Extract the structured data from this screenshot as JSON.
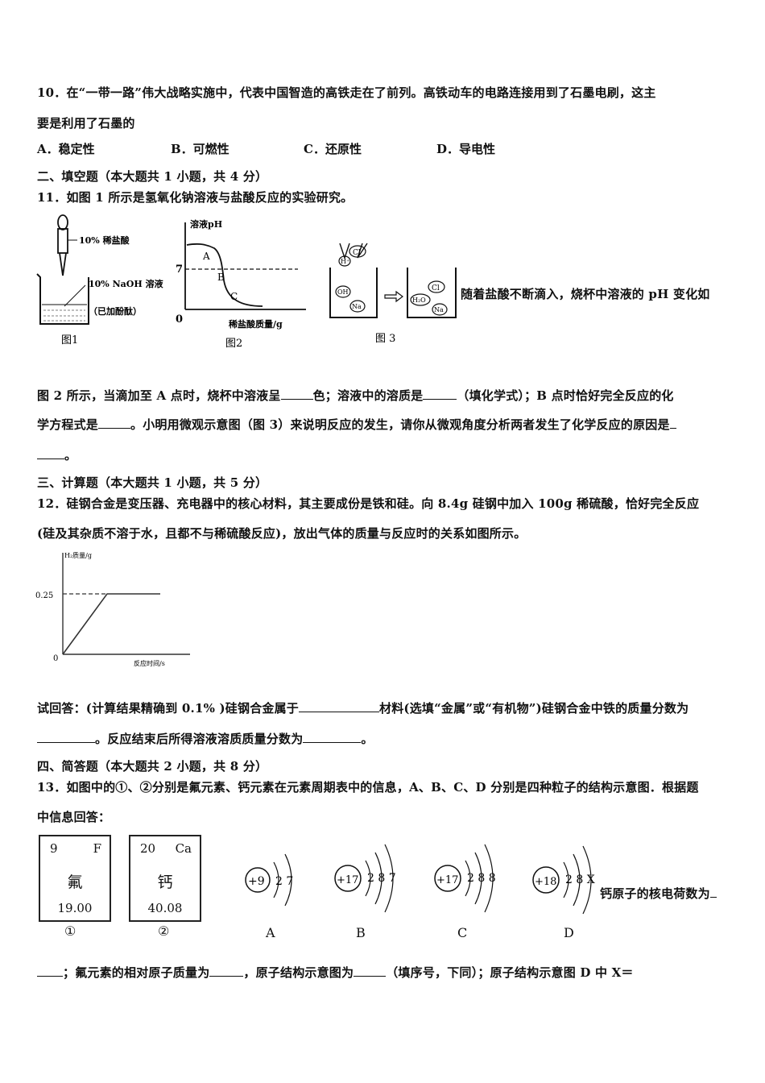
{
  "q10": {
    "line1": "10．在“一带一路”伟大战略实施中，代表中国智造的高铁走在了前列。高铁动车的电路连接用到了石墨电刷，这主",
    "line2": "要是利用了石墨的",
    "options": [
      "A．稳定性",
      "B．可燃性",
      "C．还原性",
      "D．导电性"
    ]
  },
  "section2": "二、填空题（本大题共 1 小题，共 4 分）",
  "q11": {
    "line1": "11．如图 1 所示是氢氧化钠溶液与盐酸反应的实验研究。",
    "fig1": {
      "acid": "10% 稀盐酸",
      "base": "10% NaOH 溶液",
      "indicator": "（已加酚酞）",
      "caption": "图1"
    },
    "fig2": {
      "ylabel": "溶液pH",
      "xlabel": "稀盐酸质量/g",
      "tick7": "7",
      "origin": "0",
      "pointA": "A",
      "pointB": "B",
      "pointC": "C",
      "caption": "图2"
    },
    "fig3": {
      "ions": [
        "Cl",
        "H⁺",
        "OH",
        "Na",
        "Cl",
        "H₂O",
        "Na"
      ],
      "caption": "图 3"
    },
    "side_text": "随着盐酸不断滴入，烧杯中溶液的 pH 变化如",
    "line2a": "图 2 所示，当滴加至 A 点时，烧杯中溶液呈",
    "line2b": "色；溶液中的溶质是",
    "line2c": "（填化学式）；B 点时恰好完全反应的化",
    "line3a": "学方程式是",
    "line3b": "。小明用微观示意图（图 3）来说明反应的发生，请你从微观角度分析两者发生了化学反应的原因是",
    "line4": "。"
  },
  "section3": "三、计算题（本大题共 1 小题，共 5 分）",
  "q12": {
    "line1": "12．硅钢合金是变压器、充电器中的核心材料，其主要成份是铁和硅。向 8.4g 硅钢中加入 100g 稀硫酸，恰好完全反应",
    "line2": "(硅及其杂质不溶于水，且都不与稀硫酸反应)，放出气体的质量与反应时的关系如图所示。",
    "graph": {
      "ylabel": "H₂质量/g",
      "xlabel": "反应时间/s",
      "yvalue": "0.25",
      "origin": "0"
    },
    "line3a": "试回答：(计算结果精确到 0.1% )硅钢合金属于",
    "line3b": "材料(选填“金属”或“有机物”)硅钢合金中铁的质量分数为",
    "line4a": "。反应结束后所得溶液溶质质量分数为",
    "line4b": "。"
  },
  "chart_data": {
    "type": "line",
    "xlabel": "反应时间/s",
    "ylabel": "H₂质量/g",
    "yticks": [
      "0.25"
    ],
    "series": [
      {
        "x": [
          0,
          1,
          2.2
        ],
        "y": [
          0,
          0.25,
          0.25
        ]
      }
    ]
  },
  "section4": "四、简答题（本大题共 2 小题，共 8 分）",
  "q13": {
    "line1": "13．如图中的①、②分别是氟元素、钙元素在元素周期表中的信息，A、B、C、D 分别是四种粒子的结构示意图．根据题",
    "line2": "中信息回答：",
    "elements": [
      {
        "num": "9",
        "sym": "F",
        "name": "氟",
        "mass": "19.00",
        "circled": "①"
      },
      {
        "num": "20",
        "sym": "Ca",
        "name": "钙",
        "mass": "40.08",
        "circled": "②"
      }
    ],
    "particles": [
      {
        "nucleus": "+9",
        "shells": "2 7",
        "label": "A"
      },
      {
        "nucleus": "+17",
        "shells": "2 8 7",
        "label": "B"
      },
      {
        "nucleus": "+17",
        "shells": "2 8 8",
        "label": "C"
      },
      {
        "nucleus": "+18",
        "shells": "2 8 X",
        "label": "D"
      }
    ],
    "side_text": "钙原子的核电荷数为",
    "line3a": "；氟元素的相对原子质量为",
    "line3b": "，原子结构示意图为",
    "line3c": "（填序号，下同）；原子结构示意图 D 中 X＝"
  }
}
